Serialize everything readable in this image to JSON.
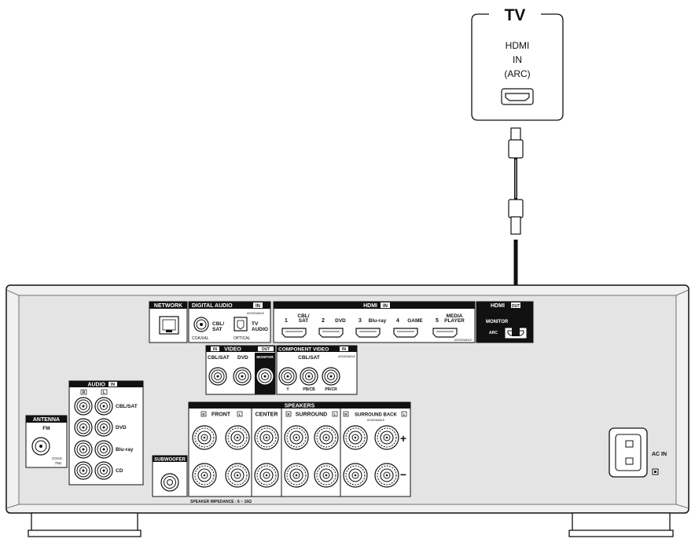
{
  "tv": {
    "title": "TV",
    "port_line1": "HDMI",
    "port_line2": "IN",
    "port_line3": "(ARC)"
  },
  "receiver": {
    "network": "NETWORK",
    "digital_audio": "DIGITAL AUDIO",
    "in_badge": "IN",
    "out_badge": "OUT",
    "assignable": "ASSIGNABLE",
    "cbl_sat_top": "CBL/",
    "sat": "SAT",
    "tv_top": "TV",
    "audio": "AUDIO",
    "coaxial": "COAXIAL",
    "optical": "OPTICAL",
    "hdmi": "HDMI",
    "hdmi_inputs": [
      {
        "num": "1",
        "name_top": "CBL/",
        "name": "SAT"
      },
      {
        "num": "2",
        "name_top": "",
        "name": "DVD"
      },
      {
        "num": "3",
        "name_top": "",
        "name": "Blu-ray"
      },
      {
        "num": "4",
        "name_top": "",
        "name": "GAME"
      },
      {
        "num": "5",
        "name_top": "MEDIA",
        "name": "PLAYER"
      }
    ],
    "monitor": "MONITOR",
    "arc": "ARC",
    "video": "VIDEO",
    "cbl_sat": "CBL/SAT",
    "dvd": "DVD",
    "component_video": "COMPONENT VIDEO",
    "comp_y": "Y",
    "comp_pb": "PB/CB",
    "comp_pr": "PR/CR",
    "audio_in": "AUDIO",
    "r": "R",
    "l": "L",
    "audio_rows": [
      "CBL/SAT",
      "DVD",
      "Blu-ray",
      "CD"
    ],
    "antenna": "ANTENNA",
    "fm": "FM",
    "coax": "COAX.",
    "ohm75": "75Ω",
    "speakers": "SPEAKERS",
    "front": "FRONT",
    "center": "CENTER",
    "surround": "SURROUND",
    "surround_back": "SURROUND BACK",
    "subwoofer": "SUBWOOFER",
    "impedance": "SPEAKER IMPEDANCE : 6 ~ 16Ω",
    "ac_in": "AC IN",
    "plus": "+",
    "minus": "−"
  }
}
